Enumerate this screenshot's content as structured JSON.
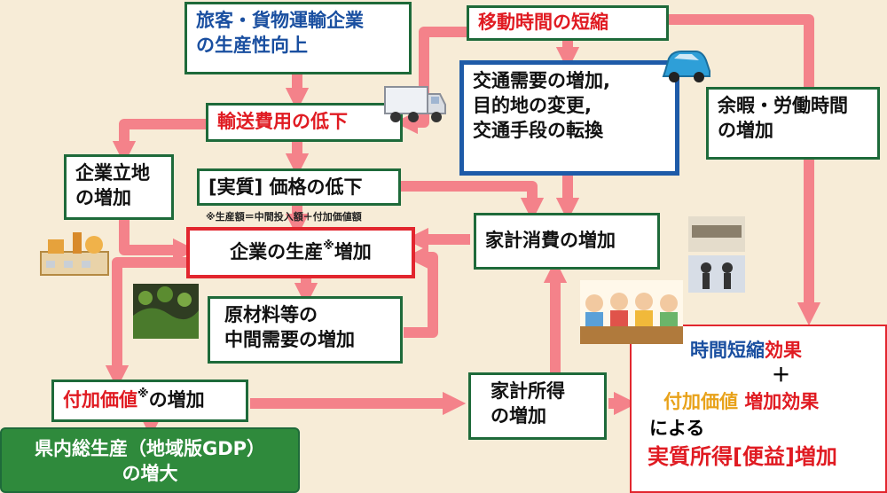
{
  "boxes": {
    "productivity": [
      "旅客・貨物運輸企業",
      "の生産性向上"
    ],
    "travel_time": "移動時間の短縮",
    "transport_cost": "輸送費用の低下",
    "traffic_demand": [
      "交通需要の増加,",
      "目的地の変更,",
      "交通手段の転換"
    ],
    "leisure": [
      "余暇・労働時間",
      "の増加"
    ],
    "location": [
      "企業立地",
      "の増加"
    ],
    "price": "[実質] 価格の低下",
    "production": "企業の生産",
    "production_mark": "※",
    "production_tail": "増加",
    "household_consumption": "家計消費の増加",
    "materials": [
      "原材料等の",
      "中間需要の増加"
    ],
    "value_added": "付加価値",
    "value_added_mark": "※",
    "value_added_tail": "の増加",
    "household_income": [
      "家計所得",
      "の増加"
    ]
  },
  "note": "※生産額＝中間投入額＋付加価値額",
  "gdp": [
    "県内総生産（地域版GDP）",
    "の増大"
  ],
  "effects": {
    "time_saving_a": "時間短縮",
    "time_saving_b": "効果",
    "plus": "＋",
    "value_added_a": "付加価値",
    "value_added_b": "増加効果",
    "by": "による",
    "real_income": "実質所得[便益]増加"
  },
  "icons": [
    "truck-icon",
    "car-icon",
    "factory-icon",
    "crop-field-icon",
    "commuters-icon",
    "diners-icon"
  ],
  "colors": {
    "arrow": "#f4828a",
    "green_border": "#1e6a3a",
    "blue_border": "#1e5ba8",
    "red_text": "#e01b22",
    "gdp_bg": "#2f8a3c"
  }
}
